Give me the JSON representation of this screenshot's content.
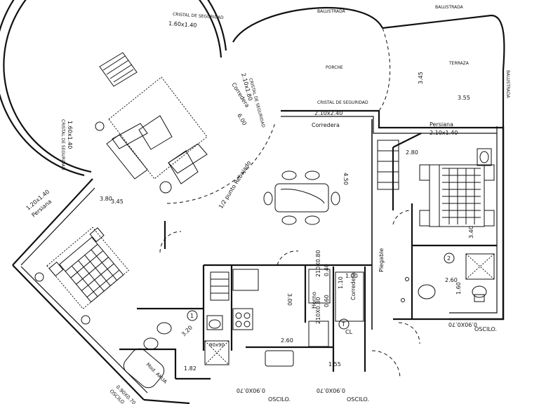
{
  "labels": {
    "cristal_seg_1": "CRISTAL DE SEGURIDAD",
    "dim_160x140": "1.60x1.40",
    "cristal_seg_2": "CRISTAL DE SEGURIDAD",
    "dim_210x180": "2.10x1.80",
    "corredera_1": "Corredera",
    "cristal_seg_3": "CRISTAL DE SEGURIDAD",
    "dim_210x240": "2.10x2.40",
    "corredera_2": "Corredera",
    "cristal_seg_4": "CRISTAL DE SEGURIDAD",
    "dim_160x140b": "1.60x1.40",
    "balaustrada_1": "BALUSTRADA",
    "balaustrada_2": "BALUSTRADA",
    "balaustrada_3": "BALUSTRADA",
    "porche": "PORCHE",
    "terraza": "TERRAZA",
    "dim_345": "3.45",
    "dim_355": "3.55",
    "dim_600": "6.00",
    "dim_450": "4.50",
    "medio_punto": "1/2 punto Rebajado",
    "persiana": "Persiana",
    "dim_210x140": "2.10x1.40",
    "dim_280": "2.80",
    "dim_340": "3.40",
    "dim_260": "2.60",
    "dim_160": "1.60",
    "oscilo_1_dim": "0.90X0.70",
    "oscilo_1": "OSCILO.",
    "dim_380": "3.80",
    "dim_345b": "3.45",
    "dim_120x40": "1.20x1.40",
    "persiana_2": "Persiana",
    "dim_320": "3.20",
    "dim_182": "1.82",
    "mod_agua": "Mod. AKUA",
    "oscilo_2_dim": "0.90X0.70",
    "oscilo_2": "OSCILO.",
    "oscilo_3_dim": "0.90X0.70",
    "oscilo_3": "OSCILO.",
    "oscilo_4_dim": "0.90X0.70",
    "oscilo_4": "OSCILO.",
    "dim_90x90": "90x90",
    "dim_300": "3.00",
    "dim_260b": "2.60",
    "dim_155": "1.55",
    "dim_210x080": "210X0.80",
    "dim_040": "0.40",
    "dim_060": "0.60",
    "dim_110": "1.10",
    "dim_100": "1.00",
    "dim_210x080b": "210X0.80",
    "horno": "Horno",
    "corredera_3": "Corredera",
    "plegable": "Plegable",
    "marker_1": "1",
    "marker_2": "2",
    "cl": "CL",
    "t": "T"
  }
}
